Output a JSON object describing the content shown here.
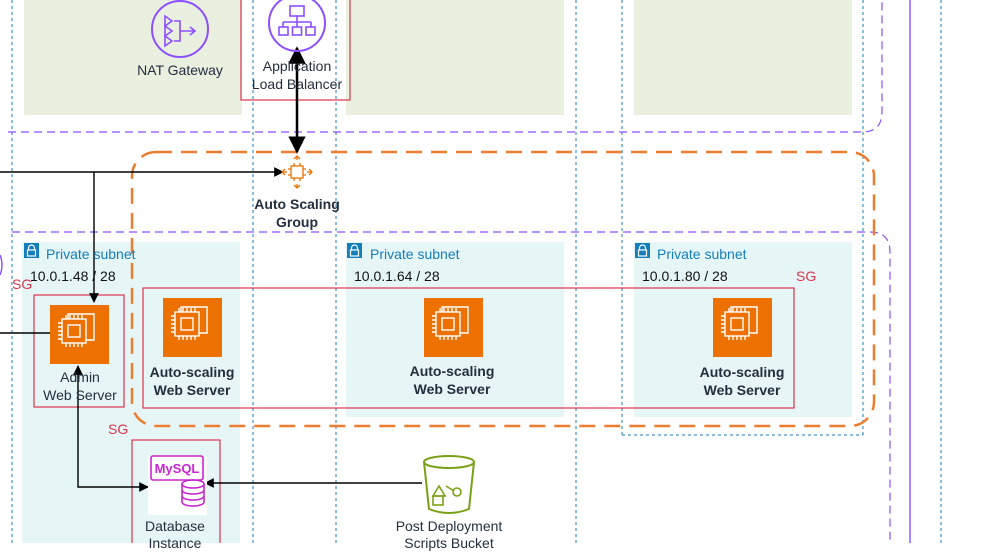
{
  "colors": {
    "subnet_fill": "#e6f6f7",
    "top_subnet_fill": "#e9f0e0",
    "subnet_title": "#147eba",
    "security_group": "#dd344c",
    "auto_scaling": "#ed7100",
    "vpc_border": "#8c4fff",
    "ec2": "#ed7100",
    "database": "#c925d1",
    "s3": "#7aa116"
  },
  "nodes": {
    "nat_gateway": {
      "label": "NAT Gateway",
      "icon": "nat-gateway-icon"
    },
    "alb": {
      "label_line1": "Application",
      "label_line2": "Load Balancer",
      "icon": "load-balancer-icon"
    },
    "asg": {
      "label_line1": "Auto Scaling",
      "label_line2": "Group",
      "icon": "auto-scaling-icon"
    },
    "admin_server": {
      "label_line1": "Admin",
      "label_line2": "Web Server",
      "icon": "ec2-icon"
    },
    "web_server": {
      "label_line1": "Auto-scaling",
      "label_line2": "Web Server",
      "icon": "ec2-icon"
    },
    "database": {
      "label_line1": "Database",
      "label_line2": "Instance",
      "icon": "mysql-icon"
    },
    "bucket": {
      "label_line1": "Post Deployment",
      "label_line2": "Scripts Bucket",
      "icon": "s3-bucket-icon"
    }
  },
  "subnets": [
    {
      "title": "Private subnet",
      "cidr": "10.0.1.48 / 28"
    },
    {
      "title": "Private subnet",
      "cidr": "10.0.1.64 / 28"
    },
    {
      "title": "Private subnet",
      "cidr": "10.0.1.80 / 28"
    }
  ],
  "security_group_label": "SG"
}
